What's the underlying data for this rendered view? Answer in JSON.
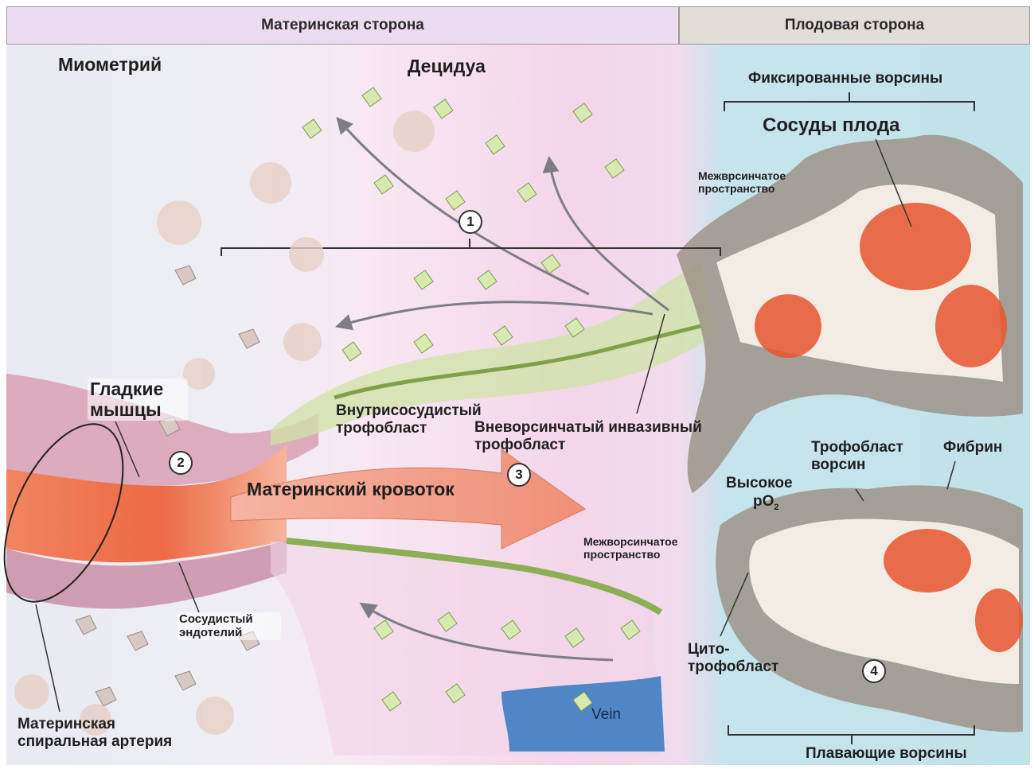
{
  "header": {
    "maternal_side": "Материнская сторона",
    "fetal_side": "Плодовая сторона"
  },
  "regions": {
    "myometrium": "Миометрий",
    "decidua": "Децидуа",
    "anchoring_villi": "Фиксированные ворсины",
    "fetal_vessels": "Сосуды плода",
    "intervillous_space_top": "Межврсинчатое пространство",
    "intervillous_space_bottom": "Межворсинчатое пространство",
    "floating_villi": "Плавающие ворсины"
  },
  "labels": {
    "smooth_muscle": "Гладкие мышцы",
    "endovascular_trophoblast": "Внутрисосудистый трофобласт",
    "extravillous_trophoblast": "Вневорсинчатый инвазивный трофобласт",
    "maternal_blood_flow": "Материнский кровоток",
    "high_po2": "Высокое",
    "po2": "pO",
    "po2_sub": "2",
    "villous_trophoblast": "Трофобласт ворсин",
    "fibrin": "Фибрин",
    "cytotrophoblast": "Цито-трофобласт",
    "vascular_endothelium": "Сосудистый эндотелий",
    "spiral_artery": "Материнская спиральная артерия",
    "vein": "Vein"
  },
  "markers": [
    "1",
    "2",
    "3",
    "4"
  ],
  "colors": {
    "maternal_header": "#ecdcef",
    "fetal_header": "#e2ddd6",
    "intervillous_blue": "#c6e4ec",
    "decidua_pink": "#f2d3e8",
    "trophoblast_green": "#cfe3a6",
    "blood_red": "#ec6a45",
    "vein_blue": "#4f86c6",
    "villous_brown": "#9a8f84"
  }
}
